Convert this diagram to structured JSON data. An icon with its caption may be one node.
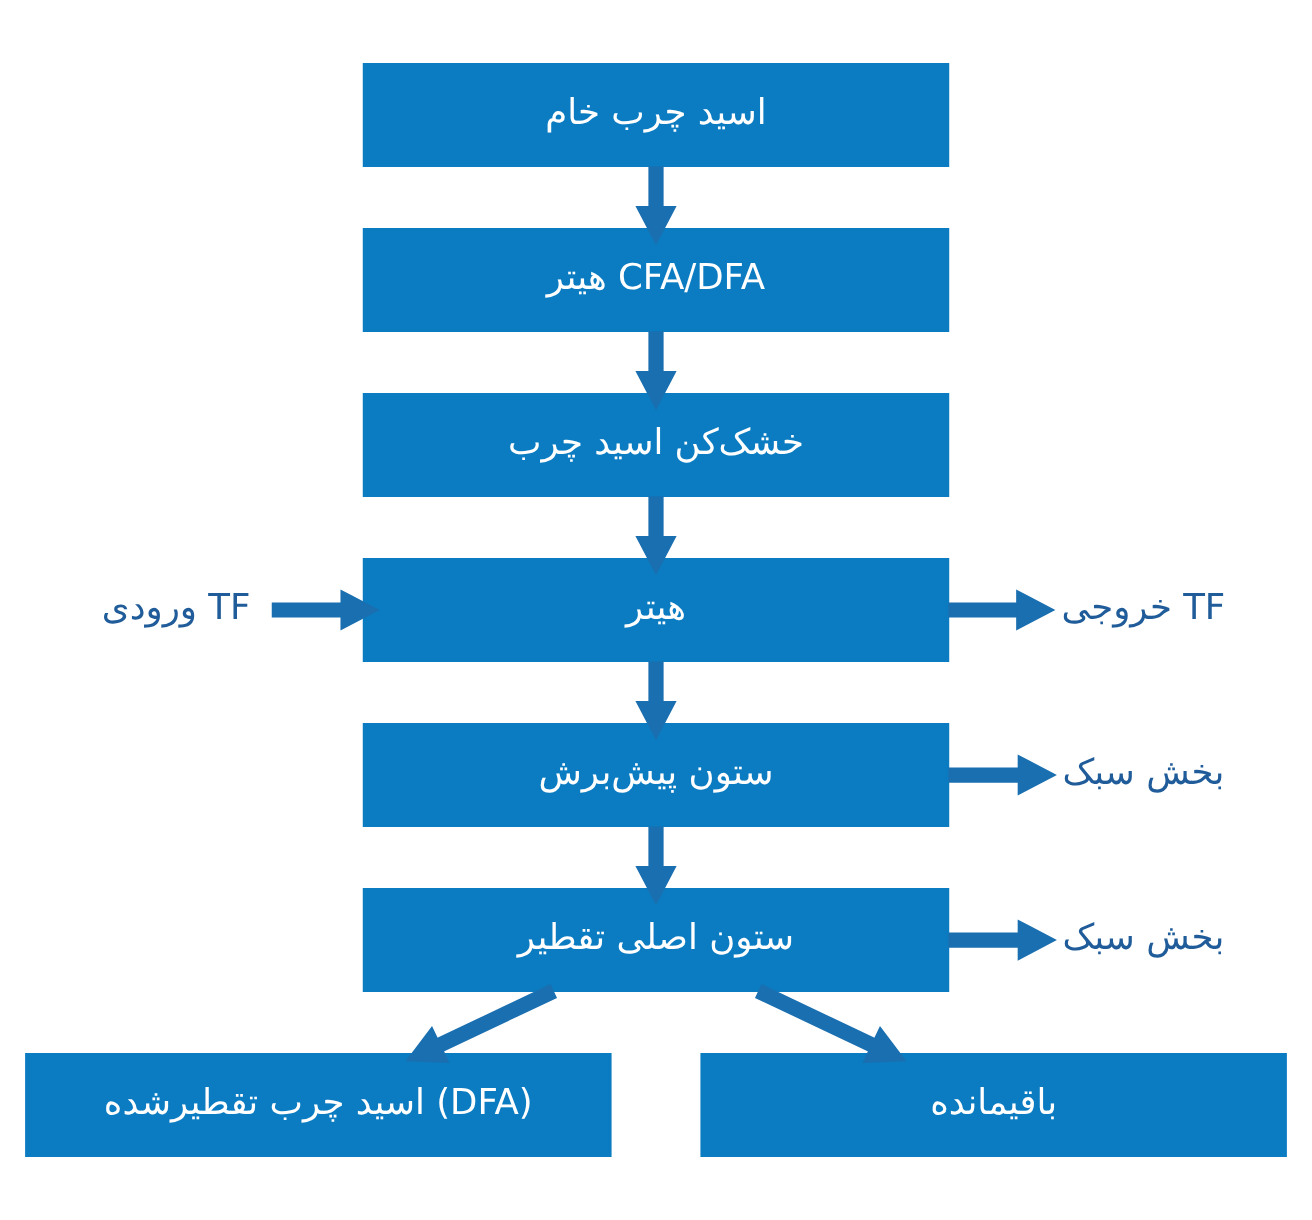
{
  "diagram": {
    "nodes": [
      {
        "text": [
          "اسید چرب خام"
        ]
      },
      {
        "text": [
          "هیتر CFA/DFA"
        ]
      },
      {
        "text": [
          "خشک‌کن اسید چرب"
        ]
      },
      {
        "text": [
          "هیتر"
        ]
      },
      {
        "text": [
          "ستون پیش‌برش"
        ]
      },
      {
        "text": [
          "ستون اصلی تقطیر"
        ]
      },
      {
        "text": [
          "اسید چرب تقطیرشده (DFA)"
        ]
      },
      {
        "text": [
          "باقیمانده"
        ]
      },
      {
        "text": [
          "خروجی TF"
        ]
      },
      {
        "text": [
          "ورودی TF"
        ]
      },
      {
        "text": [
          "بخش سبک"
        ]
      },
      {
        "text": [
          "بخش سبک"
        ]
      }
    ],
    "edges": [
      {
        "from": 0,
        "to": 1,
        "arrow": "to"
      },
      {
        "from": 1,
        "to": 2,
        "arrow": "to"
      },
      {
        "from": 2,
        "to": 3,
        "arrow": "to"
      },
      {
        "from": 3,
        "to": 8,
        "arrow": "to"
      },
      {
        "from": 9,
        "to": 3,
        "arrow": "to"
      },
      {
        "from": 3,
        "to": 4,
        "arrow": "to"
      },
      {
        "from": 4,
        "to": 10,
        "arrow": "to"
      },
      {
        "from": 4,
        "to": 5,
        "arrow": "to"
      },
      {
        "from": 5,
        "to": 11,
        "arrow": "to"
      },
      {
        "from": 5,
        "to": 6,
        "arrow": "to"
      },
      {
        "from": 5,
        "to": 7,
        "arrow": "to"
      }
    ]
  }
}
